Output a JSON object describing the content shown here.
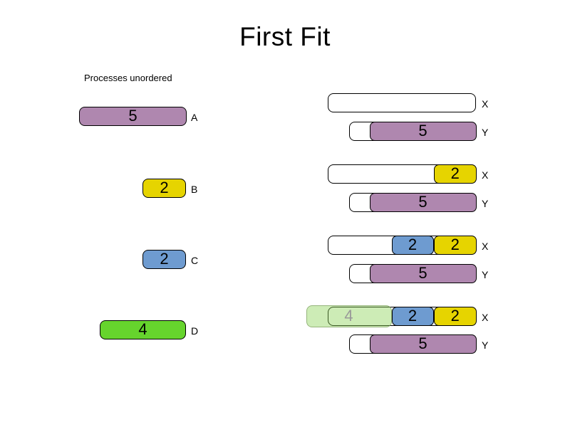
{
  "title": "First Fit",
  "palette": {
    "purple": "#af87af",
    "yellow": "#e6d400",
    "blue": "#6e9bd0",
    "green": "#66d42d",
    "ghost_green_fill": "#d4eebc",
    "ghost_text": "#999999",
    "border": "#000000"
  },
  "left_panel": {
    "heading": "Processes unordered",
    "processes": [
      {
        "label": "A",
        "size": "5",
        "color": "purple"
      },
      {
        "label": "B",
        "size": "2",
        "color": "yellow"
      },
      {
        "label": "C",
        "size": "2",
        "color": "blue"
      },
      {
        "label": "D",
        "size": "4",
        "color": "green"
      }
    ]
  },
  "stages": [
    {
      "x": {
        "label": "X",
        "blocks": []
      },
      "y": {
        "label": "Y",
        "blocks": [
          {
            "size": "5",
            "color": "purple"
          }
        ]
      }
    },
    {
      "x": {
        "label": "X",
        "blocks": [
          {
            "size": "2",
            "color": "yellow"
          }
        ]
      },
      "y": {
        "label": "Y",
        "blocks": [
          {
            "size": "5",
            "color": "purple"
          }
        ]
      }
    },
    {
      "x": {
        "label": "X",
        "blocks": [
          {
            "size": "2",
            "color": "blue"
          },
          {
            "size": "2",
            "color": "yellow"
          }
        ]
      },
      "y": {
        "label": "Y",
        "blocks": [
          {
            "size": "5",
            "color": "purple"
          }
        ]
      }
    },
    {
      "x": {
        "label": "X",
        "ghost": {
          "size": "4"
        },
        "blocks": [
          {
            "size": "2",
            "color": "blue"
          },
          {
            "size": "2",
            "color": "yellow"
          }
        ]
      },
      "y": {
        "label": "Y",
        "blocks": [
          {
            "size": "5",
            "color": "purple"
          }
        ]
      }
    }
  ]
}
